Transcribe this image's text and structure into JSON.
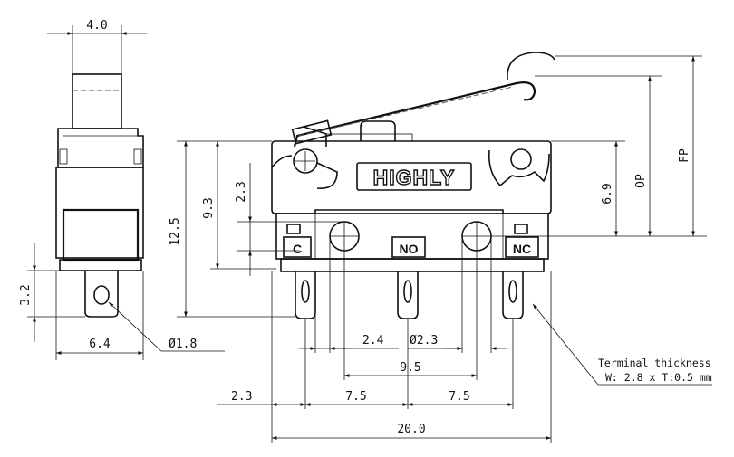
{
  "brand": "HIGHLY",
  "terminals": {
    "c": "C",
    "no": "NO",
    "nc": "NC"
  },
  "dimensions": {
    "top_width": "4.0",
    "side_pin_height": "3.2",
    "side_width": "6.4",
    "hole_dia": "Ø1.8",
    "overall_height": "12.5",
    "h_9_3": "9.3",
    "h_2_3": "2.3",
    "h_6_9": "6.9",
    "op": "OP",
    "fp": "FP",
    "pitch_2_4": "2.4",
    "mount_hole": "Ø2.3",
    "hole_spacing": "9.5",
    "offset_2_3": "2.3",
    "pitch_left": "7.5",
    "pitch_right": "7.5",
    "total_width": "20.0"
  },
  "note": {
    "line1": "Terminal thickness",
    "line2": "W: 2.8 x T:0.5 mm"
  }
}
